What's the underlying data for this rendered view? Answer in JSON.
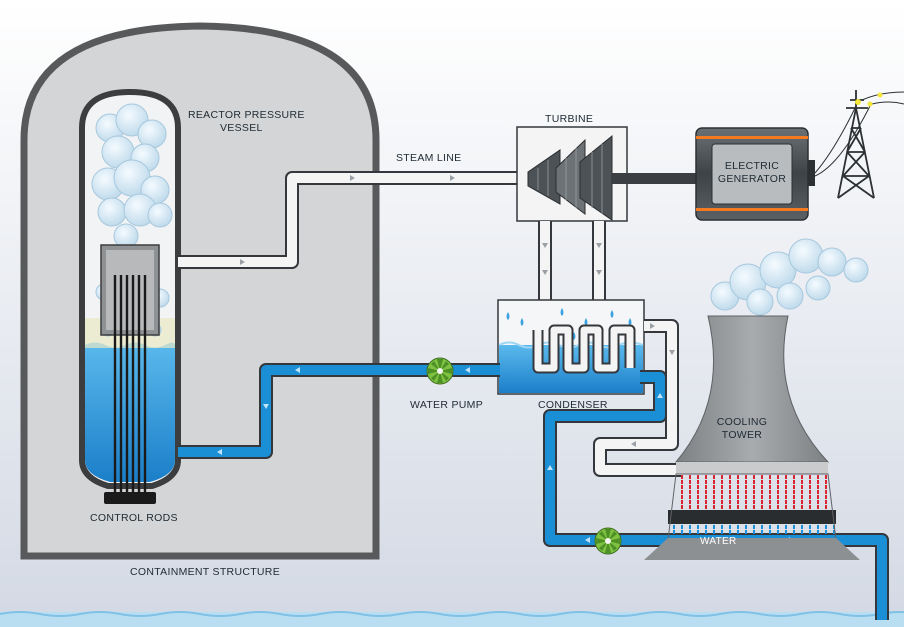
{
  "labels": {
    "reactor_vessel": [
      "REACTOR PRESSURE",
      "VESSEL"
    ],
    "steam_line": "STEAM LINE",
    "turbine": "TURBINE",
    "generator": [
      "ELECTRIC",
      "GENERATOR"
    ],
    "water_pump": "WATER PUMP",
    "condenser": "CONDENSER",
    "control_rods": "CONTROL RODS",
    "containment": "CONTAINMENT STRUCTURE",
    "cooling_tower": [
      "COOLING",
      "TOWER"
    ],
    "water": "WATER"
  },
  "colors": {
    "background_top": "#ffffff",
    "background_bottom": "#d9dee8",
    "containment_fill": "#d4d5d6",
    "containment_stroke": "#58595b",
    "vessel_stroke": "#3c3d3f",
    "water_blue": "#1b8fd6",
    "water_light": "#5ab9ec",
    "steam_pipe": "#f4f4f4",
    "pipe_outline": "#34383c",
    "generator_body": "#4b5054",
    "generator_accent": "#f47a20",
    "pump_green": "#6dbb2f",
    "tower_gray": "#8d9093",
    "tower_fill_red": "#d9252b",
    "steam_cloud": "#d7e8f2"
  },
  "icons": [
    "transmission-tower-icon",
    "water-pump-icon",
    "steam-cloud-icon",
    "turbine-icon"
  ]
}
